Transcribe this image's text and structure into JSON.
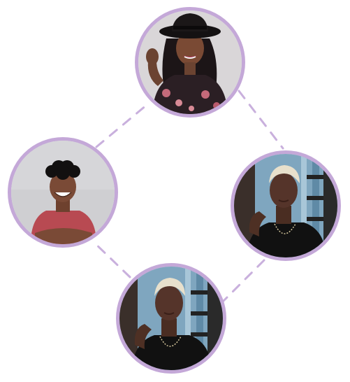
{
  "colors": {
    "ring": "#c4a8d8",
    "connector": "#c9b0dd",
    "background": "#ffffff"
  },
  "diagram": {
    "type": "circular-network",
    "nodes": [
      {
        "id": "top",
        "content": "portrait-photo",
        "icon": "avatar-woman-hat"
      },
      {
        "id": "right",
        "content": "portrait-photo",
        "icon": "avatar-woman-short-hair"
      },
      {
        "id": "bottom",
        "content": "portrait-photo",
        "icon": "avatar-woman-short-hair"
      },
      {
        "id": "left",
        "content": "portrait-photo",
        "icon": "avatar-man-red-shirt"
      }
    ],
    "edges": [
      {
        "from": "top",
        "to": "right",
        "style": "dashed"
      },
      {
        "from": "right",
        "to": "bottom",
        "style": "dashed"
      },
      {
        "from": "bottom",
        "to": "left",
        "style": "dashed"
      },
      {
        "from": "left",
        "to": "top",
        "style": "dashed"
      }
    ]
  }
}
